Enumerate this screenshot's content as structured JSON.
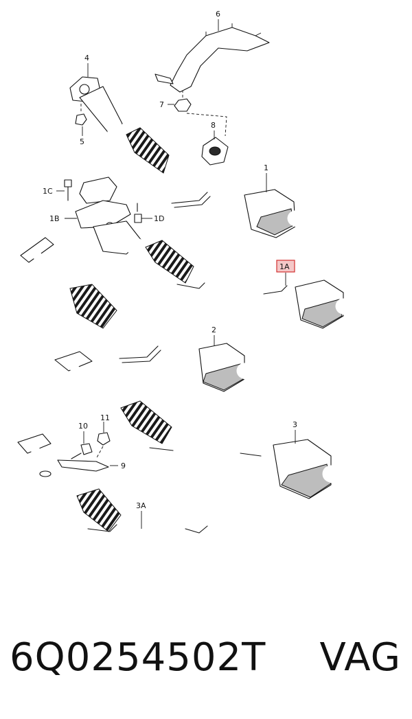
{
  "callouts": {
    "c1": "1",
    "c1A": "1A",
    "c1B": "1B",
    "c1C": "1C",
    "c1D": "1D",
    "c2": "2",
    "c3": "3",
    "c3A": "3A",
    "c4": "4",
    "c5": "5",
    "c6": "6",
    "c7": "7",
    "c8": "8",
    "c9": "9",
    "c10": "10",
    "c11": "11"
  },
  "footer": {
    "part_number": "6Q0254502T",
    "brand": "VAG"
  },
  "colors": {
    "highlight_fill": "#f4c8c8",
    "highlight_stroke": "#d23030"
  }
}
